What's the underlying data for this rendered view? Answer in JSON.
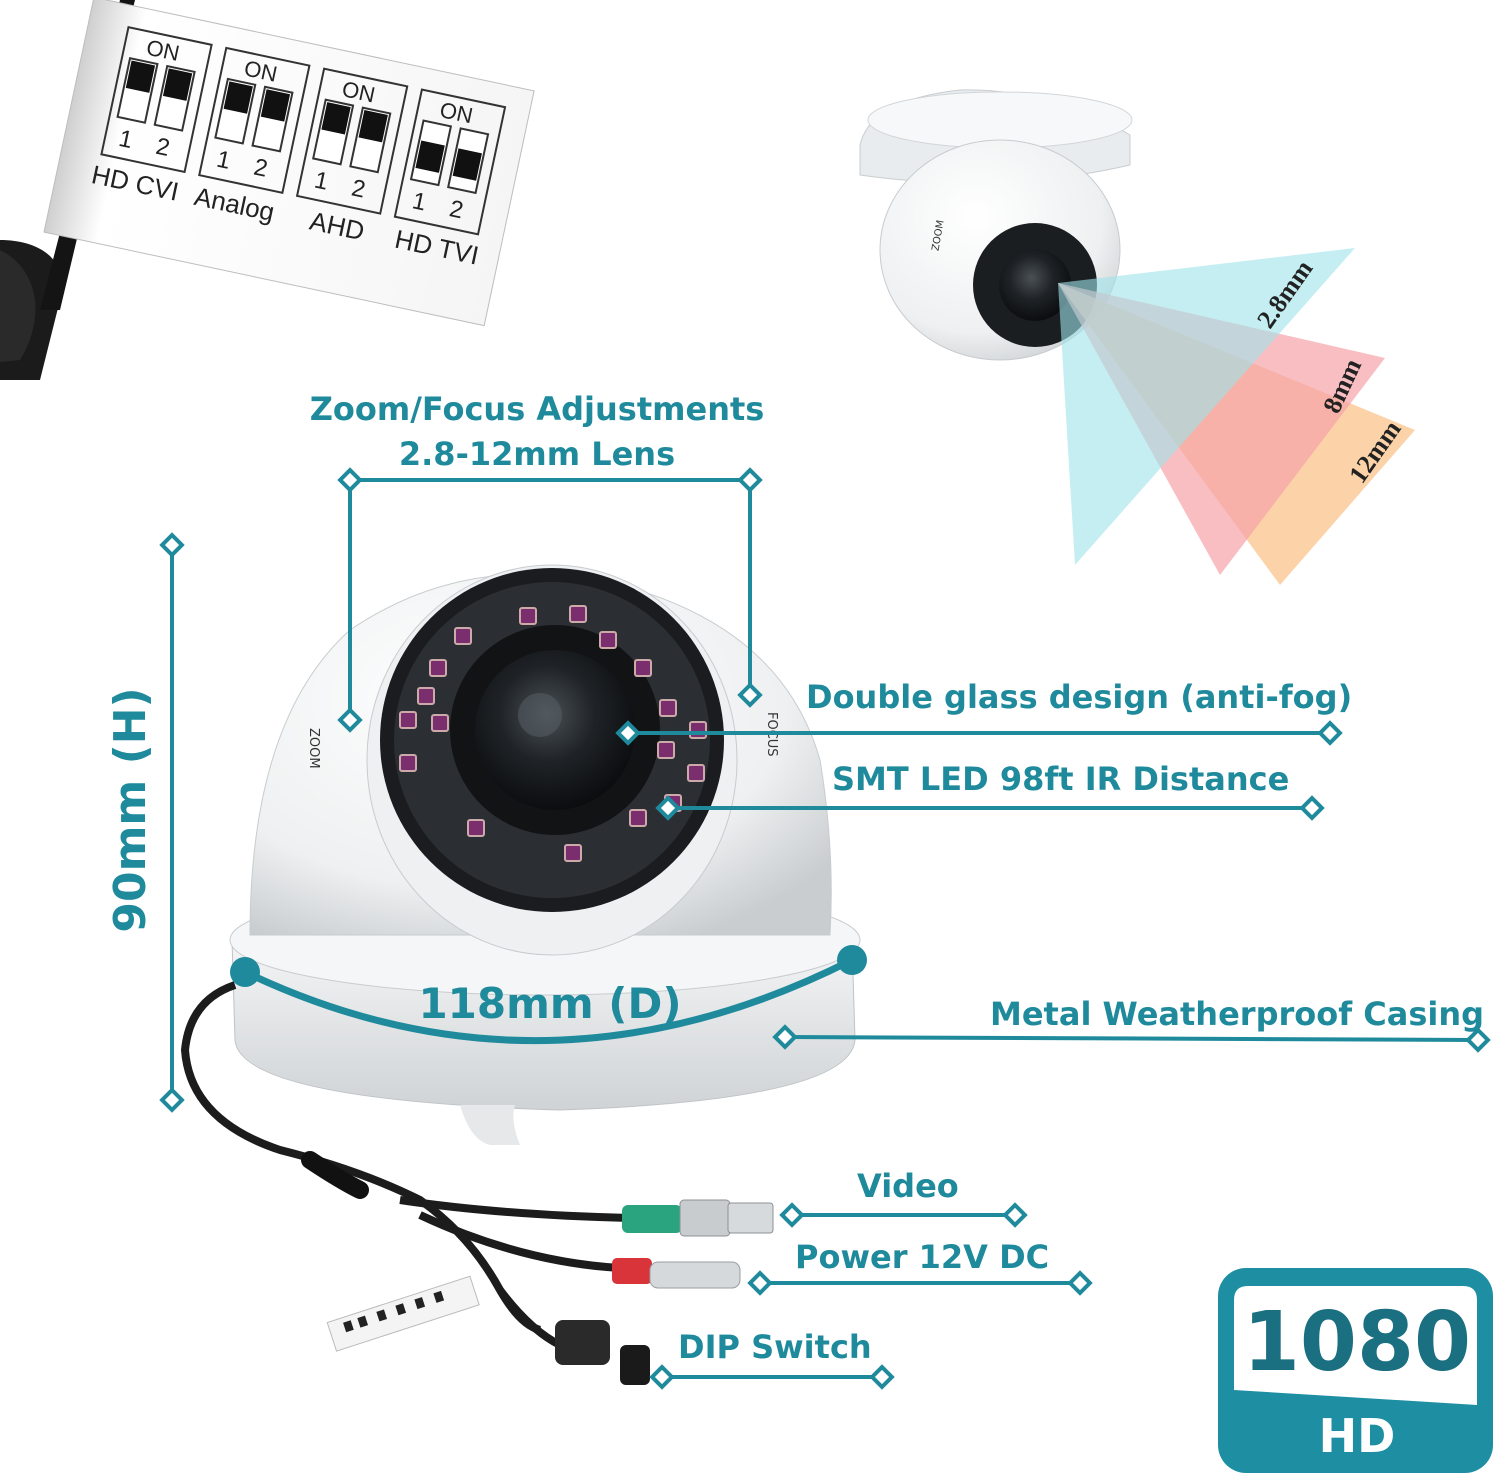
{
  "dip_label": {
    "on_text": "ON",
    "pos1": "1",
    "pos2": "2",
    "modes": [
      {
        "name": "HD CVI"
      },
      {
        "name": "Analog"
      },
      {
        "name": "AHD"
      },
      {
        "name": "HD TVI"
      }
    ]
  },
  "fov": {
    "ring_labels": [
      "2.8mm",
      "8mm",
      "12mm"
    ],
    "colors": [
      "#9fe3ea",
      "#f6a3a8",
      "#fbc48c"
    ]
  },
  "callouts": {
    "zoom_focus_line1": "Zoom/Focus Adjustments",
    "zoom_focus_line2": "2.8-12mm Lens",
    "height": "90mm (H)",
    "diameter": "118mm (D)",
    "double_glass": "Double glass design (anti-fog)",
    "smt_led": "SMT LED 98ft IR Distance",
    "casing": "Metal Weatherproof Casing",
    "video": "Video",
    "power": "Power 12V DC",
    "dip_switch": "DIP Switch"
  },
  "camera_marks": {
    "zoom": "ZOOM",
    "focus": "FOCUS"
  },
  "badge": {
    "resolution": "1080",
    "hd": "HD"
  },
  "colors": {
    "accent": "#1e8a9c",
    "badge_frame": "#1e8fa3",
    "video_connector": "#2aa37f",
    "power_connector": "#d8343a"
  }
}
